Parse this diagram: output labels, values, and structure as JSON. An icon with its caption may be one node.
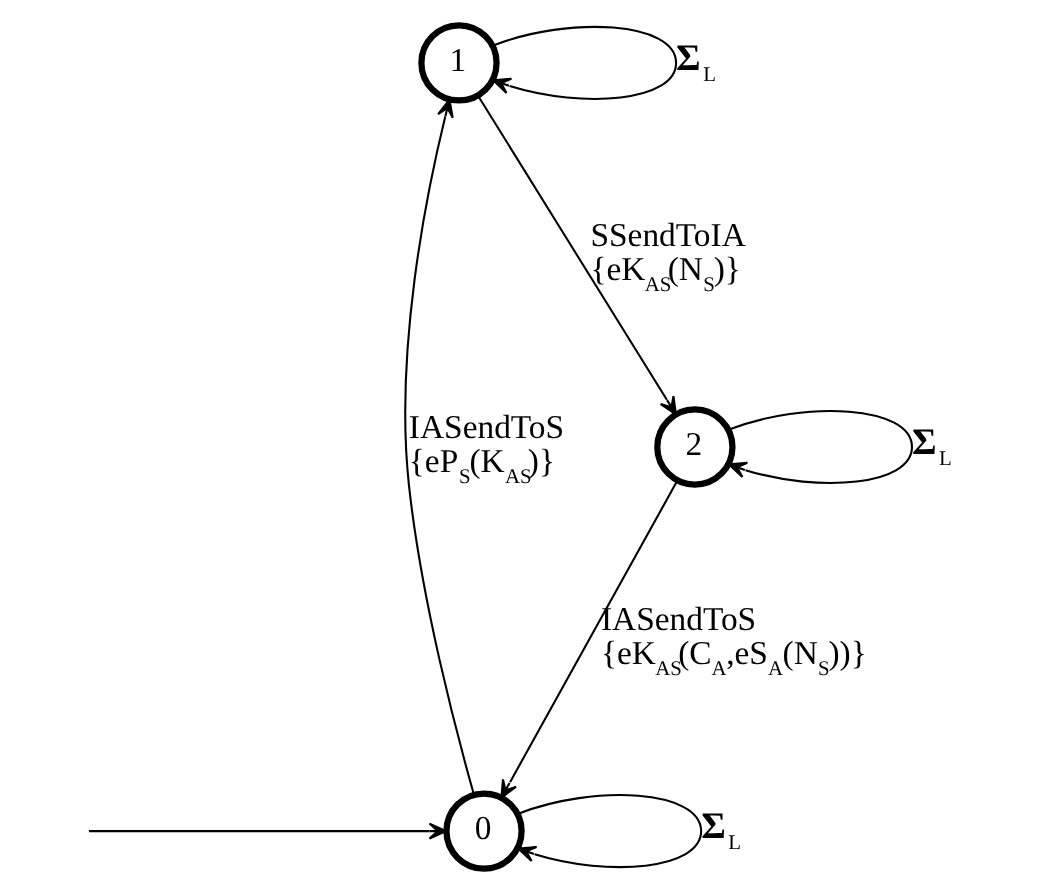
{
  "diagram": {
    "nodes": [
      {
        "text": [
          "0"
        ]
      },
      {
        "text": [
          "1"
        ]
      },
      {
        "text": [
          "2"
        ]
      }
    ],
    "edges": [
      {
        "from": 0,
        "to": 1,
        "arrow": "to",
        "label": "IASendToS {eP$_{S}$(K$_{AS}$)}"
      },
      {
        "from": 0,
        "to": 0,
        "arrow": "to",
        "label": "**Σ**$_{L}$"
      },
      {
        "from": 1,
        "to": 2,
        "arrow": "to",
        "label": "SSendToIA {eK$_{AS}$(N$_{S}$)}"
      },
      {
        "from": 1,
        "to": 1,
        "arrow": "to",
        "label": "**Σ**$_{L}$"
      },
      {
        "from": 2,
        "to": 0,
        "arrow": "to",
        "label": "IASendToS {eK$_{AS}$(C$_{A}$,eS$_{A}$(N$_{S}$))}"
      },
      {
        "from": 2,
        "to": 2,
        "arrow": "to",
        "label": "**Σ**$_{L}$"
      },
      {
        "from": null,
        "to": 0,
        "arrow": "to"
      }
    ]
  }
}
